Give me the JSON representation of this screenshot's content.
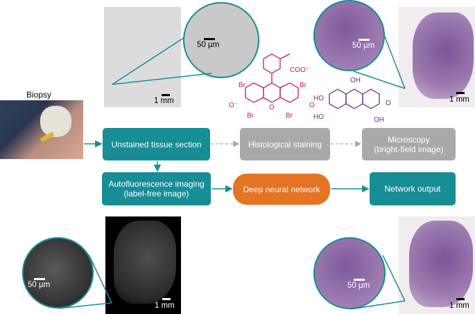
{
  "biopsy": {
    "label": "Biopsy"
  },
  "boxes": {
    "unstained": "Unstained tissue section",
    "histological": "Histological staining",
    "microscopy_line1": "Microscopy",
    "microscopy_line2": "(bright-field image)",
    "autofluor_line1": "Autofluorescence imaging",
    "autofluor_line2": "(label-free image)",
    "dnn": "Deep neural network",
    "output": "Network output"
  },
  "scalebars": {
    "top_left_inset": "50 µm",
    "top_left_main": "1 mm",
    "top_right_inset": "50 µm",
    "top_right_main": "1 mm",
    "bottom_left_inset": "50 µm",
    "bottom_left_main": "1 mm",
    "bottom_right_inset": "50 µm",
    "bottom_right_main": "1 mm"
  },
  "chem": {
    "eosin": [
      "COO⁻",
      "Br",
      "Br",
      "Br",
      "Br",
      "O⁻",
      "O",
      "O"
    ],
    "hematein": [
      "OH",
      "HO",
      "HO",
      "O",
      "OH"
    ]
  },
  "colors": {
    "teal": "#178d96",
    "grey": "#a9a9a9",
    "orange": "#e47324",
    "eosin": "#c0186a",
    "hematein": "#6b2c8f"
  }
}
